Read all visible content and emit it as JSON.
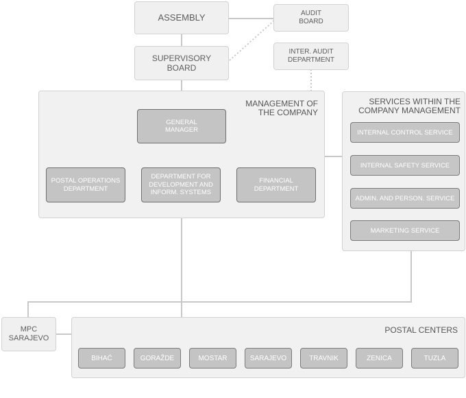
{
  "top": {
    "assembly": "ASSEMBLY",
    "supervisory_board": "SUPERVISORY BOARD",
    "audit_board": "AUDIT BOARD",
    "inter_audit": "INTER. AUDIT DEPARTMENT"
  },
  "management": {
    "title": "MANAGEMENT OF THE COMPANY",
    "general_manager": "GENERAL MANAGER",
    "departments": [
      "POSTAL OPERATIONS DEPARTMENT",
      "DEPARTMENT FOR DEVELOPMENT AND INFORM. SYSTEMS",
      "FINANCIAL DEPARTMENT"
    ]
  },
  "services": {
    "title": "SERVICES WITHIN THE COMPANY MANAGEMENT",
    "items": [
      "INTERNAL CONTROL SERVICE",
      "INTERNAL SAFETY SERVICE",
      "ADMIN. AND PERSON. SERVICE",
      "MARKETING SERVICE"
    ]
  },
  "mpc": "MPC SARAJEVO",
  "postal_centers": {
    "title": "POSTAL CENTERS",
    "items": [
      "BIHAĆ",
      "GORAŽDE",
      "MOSTAR",
      "SARAJEVO",
      "TRAVNIK",
      "ZENICA",
      "TUZLA"
    ]
  }
}
